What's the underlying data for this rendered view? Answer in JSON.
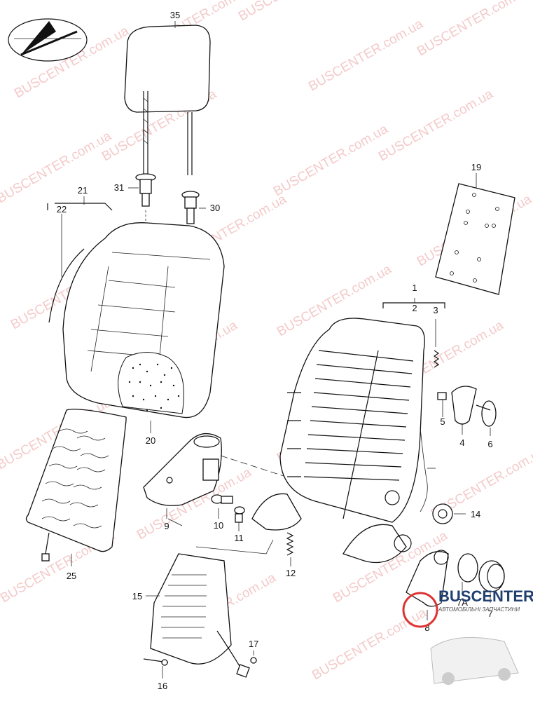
{
  "callouts": [
    "35",
    "31",
    "30",
    "21",
    "22",
    "19",
    "1",
    "2",
    "3",
    "5",
    "4",
    "6",
    "20",
    "9",
    "10",
    "11",
    "12",
    "14",
    "25",
    "15",
    "16",
    "17",
    "8",
    "7A",
    "7"
  ],
  "watermark": {
    "text": "BUSCENTER.com.ua"
  },
  "logo": {
    "brand": "BUSCENTER",
    "subtitle": "АВТОМОБІЛЬНІ ЗАПЧАСТИНИ"
  }
}
